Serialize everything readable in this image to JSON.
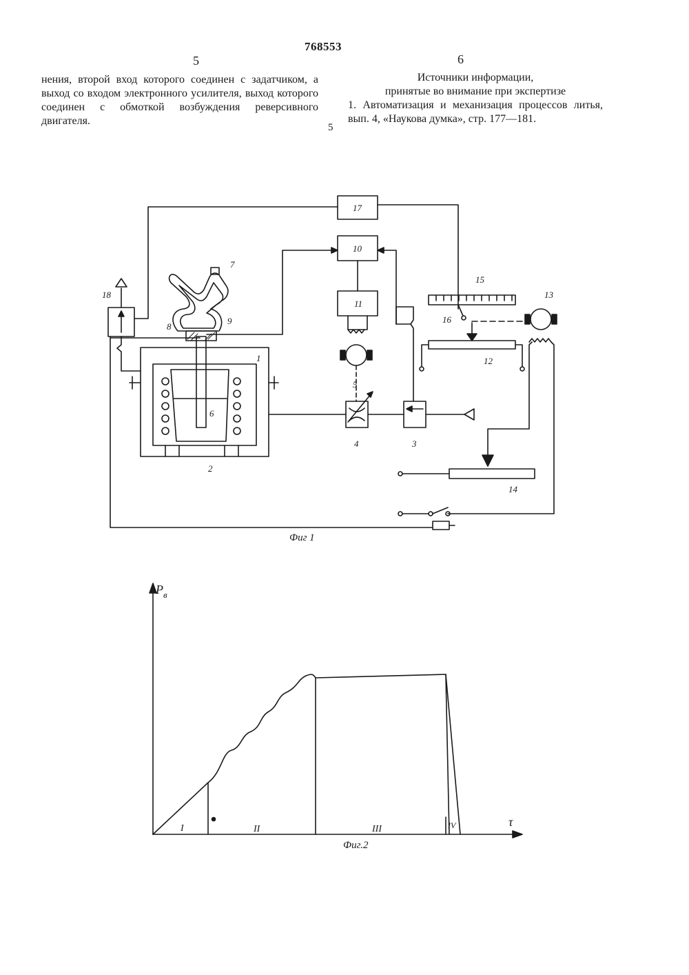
{
  "header": {
    "patent_number": "768553",
    "left_column_number": "5",
    "right_column_number": "6"
  },
  "left_text": "нения, второй вход которого соединен с задатчиком, а выход со входом электронного усилителя, выход которого соединен с обмоткой возбуждения реверсивного двигателя.",
  "sources": {
    "heading_line1": "Источники информации,",
    "heading_line2": "принятые во внимание при экспертизе",
    "reference": "1. Автоматизация и механизация процессов литья, вып. 4, «Наукова думка», стр. 177—181.",
    "margin_line_number": "5"
  },
  "fig1": {
    "caption": "Фиг 1",
    "labels": {
      "l1": "1",
      "l2": "2",
      "l3": "3",
      "l4": "4",
      "l5": "5",
      "l6": "6",
      "l7": "7",
      "l8": "8",
      "l9": "9",
      "l10": "10",
      "l11": "11",
      "l12": "12",
      "l13": "13",
      "l14": "14",
      "l15": "15",
      "l16": "16",
      "l17": "17",
      "l18": "18"
    }
  },
  "fig2": {
    "caption": "Фиг.2",
    "y_axis_label": "P",
    "y_axis_subscript": "в",
    "x_axis_label": "τ",
    "stages": [
      "I",
      "II",
      "III",
      "IV"
    ]
  },
  "colors": {
    "ink": "#1a1a1a",
    "paper": "#ffffff"
  }
}
